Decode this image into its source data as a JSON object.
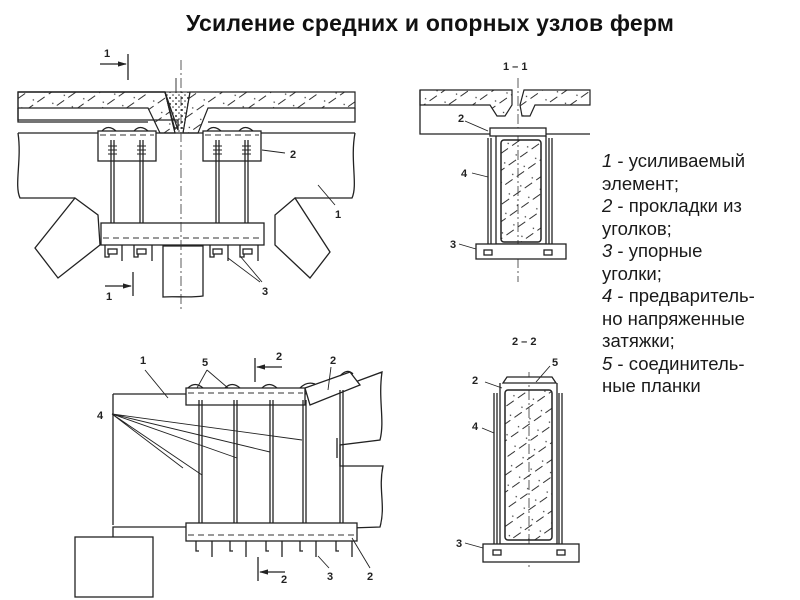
{
  "title": "Усиление средних и опорных узлов ферм",
  "legend": [
    {
      "num": "1",
      "text": " - усиливаемый элемент;"
    },
    {
      "num": "2",
      "text": " - прокладки из уголков;"
    },
    {
      "num": "3",
      "text": " - упорные уголки;"
    },
    {
      "num": "4",
      "text": " - предваритель-но напряженные затяжки;"
    },
    {
      "num": "5",
      "text": " - соединитель-ные планки"
    }
  ],
  "legend_lines": [
    [
      "1",
      " - усиливаемый"
    ],
    [
      "",
      "элемент;"
    ],
    [
      "2",
      " - прокладки из"
    ],
    [
      "",
      "уголков;"
    ],
    [
      "3",
      " - упорные"
    ],
    [
      "",
      "уголки;"
    ],
    [
      "4",
      " - предваритель-"
    ],
    [
      "",
      "но напряженные"
    ],
    [
      "",
      "затяжки;"
    ],
    [
      "5",
      " - соединитель-"
    ],
    [
      "",
      "ные планки"
    ]
  ],
  "drawings": {
    "middle_node": {
      "callouts": {
        "section_mark_top": "1",
        "section_mark_bottom": "1",
        "element": "1",
        "pads": "2",
        "stops": "3"
      }
    },
    "section_1_1": {
      "caption": "1 – 1",
      "callouts": {
        "pads": "2",
        "ties": "4",
        "stops": "3"
      }
    },
    "support_node": {
      "callouts": {
        "element": "1",
        "plates": "5",
        "section_mark_top": "2",
        "pads_top": "2",
        "ties": "4",
        "section_mark_bottom": "2",
        "stops": "3",
        "pads_bottom": "2"
      }
    },
    "section_2_2": {
      "caption": "2 – 2",
      "callouts": {
        "pads": "2",
        "plates": "5",
        "ties": "4",
        "stops": "3"
      }
    }
  }
}
